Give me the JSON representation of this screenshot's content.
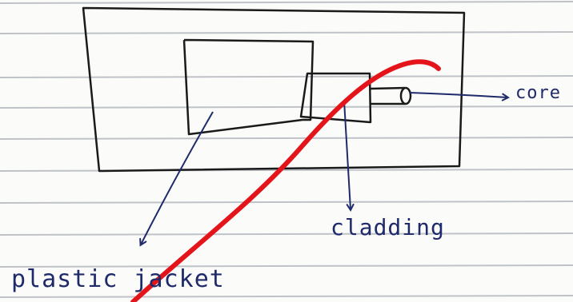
{
  "labels": {
    "core": "core",
    "cladding": "cladding",
    "plastic_jacket": "plastic jacket"
  },
  "colors": {
    "paper": "#fbfbf9",
    "ruled_line": "#bfc3c8",
    "pencil": "#1a1a1a",
    "ink": "#1f2a6b",
    "red_stroke": "#e4141b"
  }
}
